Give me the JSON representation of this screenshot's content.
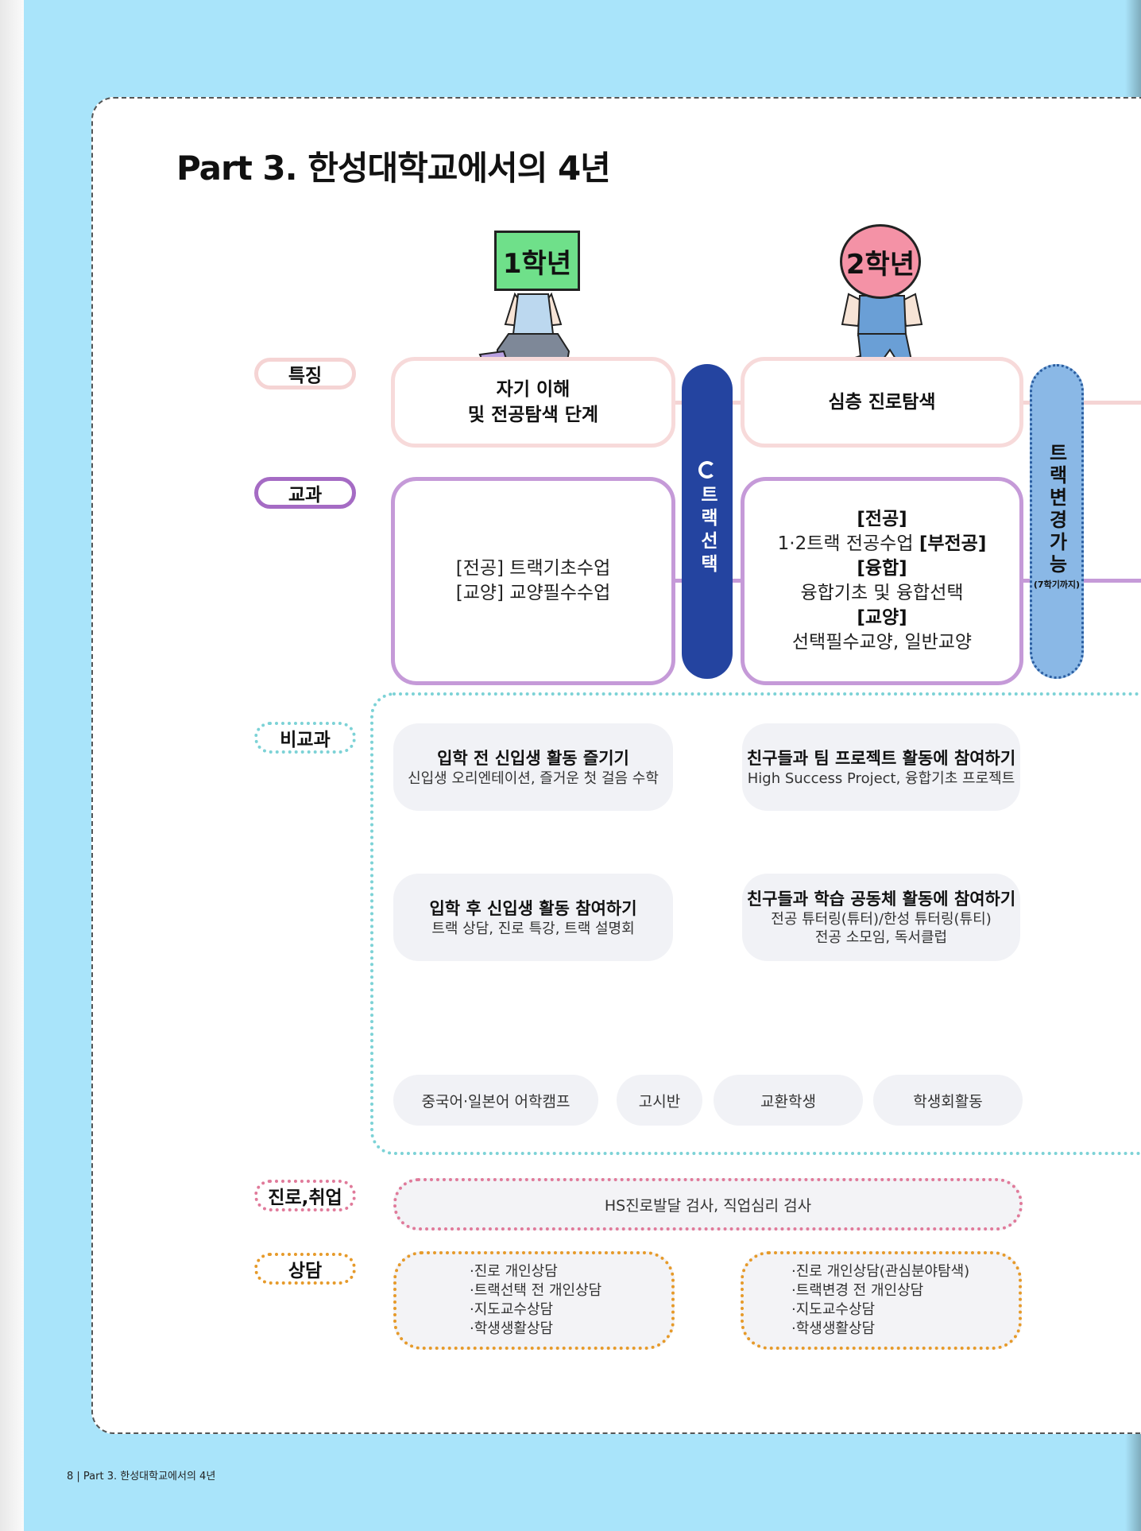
{
  "page_title": "Part 3. 한성대학교에서의 4년",
  "grades": {
    "first": "1학년",
    "second": "2학년"
  },
  "row_labels": {
    "feature": "특징",
    "curriculum": "교과",
    "extracurricular": "비교과",
    "career": "진로,취업",
    "counseling": "상담"
  },
  "features": {
    "first": [
      "자기 이해",
      "및 전공탐색 단계"
    ],
    "second": "심층 진로탐색"
  },
  "curriculum": {
    "first": [
      "[전공] 트랙기초수업",
      "[교양] 교양필수수업"
    ],
    "second": {
      "major_label": "[전공]",
      "major_line": "1·2트랙 전공수업 ",
      "minor_label": "[부전공]",
      "convergence_label": "[융합]",
      "convergence_line": "융합기초 및 융합선택",
      "liberal_label": "[교양]",
      "liberal_line": "선택필수교양, 일반교양"
    }
  },
  "track_select": "트랙선택",
  "track_change": "트랙변경가능",
  "track_change_note": "(7학기까지)",
  "activities": [
    {
      "title": "입학 전 신입생 활동 즐기기",
      "lines": [
        "신입생 오리엔테이션, 즐거운 첫 걸음 수학"
      ]
    },
    {
      "title": "친구들과 팀 프로젝트 활동에 참여하기",
      "lines": [
        "High Success Project, 융합기초 프로젝트"
      ]
    },
    {
      "title": "입학 후 신입생 활동 참여하기",
      "lines": [
        "트랙 상담, 진로 특강, 트랙 설명회"
      ]
    },
    {
      "title": "친구들과 학습 공동체 활동에 참여하기",
      "lines": [
        "전공 튜터링(튜터)/한성 튜터링(튜티)",
        "전공 소모임, 독서클럽"
      ]
    }
  ],
  "pills": [
    "중국어·일본어 어학캠프",
    "고시반",
    "교환학생",
    "학생회활동"
  ],
  "career_text": "HS진로발달 검사, 직업심리 검사",
  "counseling": {
    "first": [
      "·진로 개인상담",
      "·트랙선택 전 개인상담",
      "·지도교수상담",
      "·학생생활상담"
    ],
    "second": [
      "·진로 개인상담(관심분야탐색)",
      "·트랙변경 전 개인상담",
      "·지도교수상담",
      "·학생생활상담"
    ]
  },
  "footer": "8 | Part 3. 한성대학교에서의 4년",
  "colors": {
    "page_bg": "#a9e4fa",
    "grade1_sign": "#6fe08a",
    "grade2_sign": "#f492a6",
    "track_bar": "#2444a0",
    "change_bar": "#8ab8e6",
    "feature_border": "#f7dada",
    "curriculum_border": "#c59ad8",
    "extracurricular_dots": "#7cd2d6",
    "career_dots": "#e07a9a",
    "counsel_dots": "#e69a2a"
  }
}
